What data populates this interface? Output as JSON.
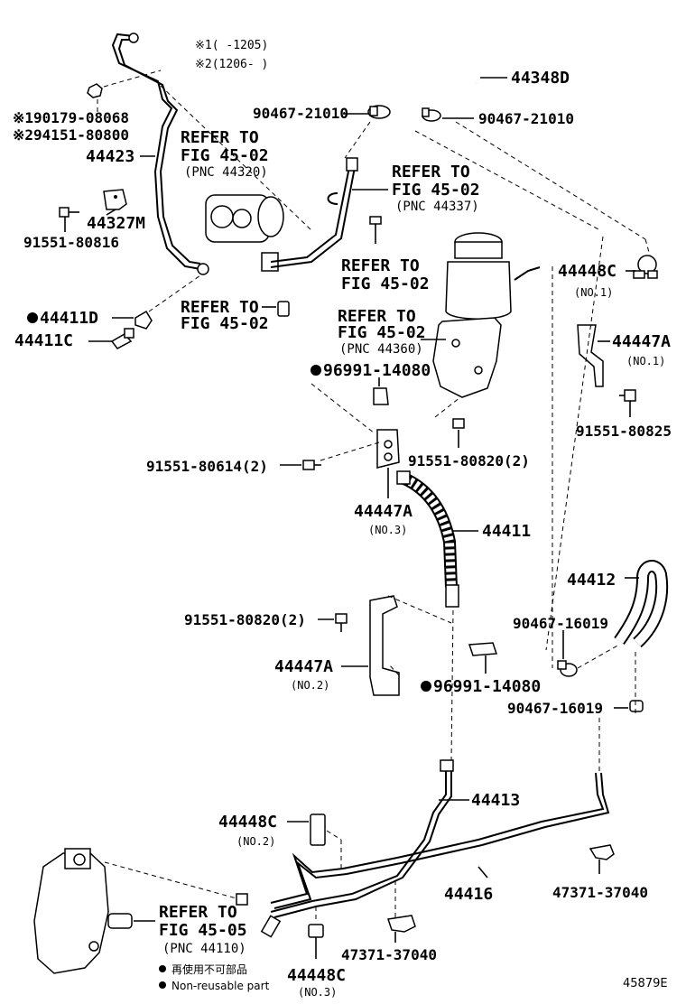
{
  "notes": {
    "n1": "※1(  -1205)",
    "n2": "※2(1206-  )"
  },
  "labels": {
    "p44348D": "44348D",
    "c90467_21010_a": "90467-21010",
    "c90467_21010_b": "90467-21010",
    "n1_90179": "※190179-08068",
    "n2_94151": "※294151-80800",
    "p44423": "44423",
    "ref_4502_pnc44320_a": "REFER TO",
    "ref_4502_pnc44320_b": "FIG 45-02",
    "ref_4502_pnc44320_c": "(PNC 44320)",
    "ref_4502_pnc44337_a": "REFER TO",
    "ref_4502_pnc44337_b": "FIG 45-02",
    "ref_4502_pnc44337_c": "(PNC 44337)",
    "p44327M": "44327M",
    "b91551_80816": "91551-80816",
    "ref_4502_a1": "REFER TO",
    "ref_4502_b1": "FIG 45-02",
    "p44448C_no1": "44448C",
    "no1_a": "(NO.1)",
    "p44411D": "44411D",
    "ref_4502_a2": "REFER TO",
    "ref_4502_b2": "FIG 45-02",
    "p44411C": "44411C",
    "ref_4502_pnc44360_a": "REFER TO",
    "ref_4502_pnc44360_b": "FIG 45-02",
    "ref_4502_pnc44360_c": "(PNC 44360)",
    "p44447A_no1": "44447A",
    "no1_b": "(NO.1)",
    "c96991_14080_a": "96991-14080",
    "b91551_80825": "91551-80825",
    "b91551_80614": "91551-80614(2)",
    "b91551_80820_a": "91551-80820(2)",
    "p44447A_no3": "44447A",
    "no3_a": "(NO.3)",
    "p44411": "44411",
    "p44412": "44412",
    "b91551_80820_b": "91551-80820(2)",
    "c90467_16019_a": "90467-16019",
    "p44447A_no2": "44447A",
    "no2_a": "(NO.2)",
    "c96991_14080_b": "96991-14080",
    "c90467_16019_b": "90467-16019",
    "p44413": "44413",
    "p44448C_no2": "44448C",
    "no2_b": "(NO.2)",
    "p44416": "44416",
    "p47371_37040_a": "47371-37040",
    "ref_4505_a": "REFER TO",
    "ref_4505_b": "FIG 45-05",
    "ref_4505_c": "(PNC 44110)",
    "p47371_37040_b": "47371-37040",
    "p44448C_no3": "44448C",
    "no3_b": "(NO.3)"
  },
  "legend": {
    "jp": "再使用不可部品",
    "en": "Non-reusable part"
  },
  "figure_id": "45879E"
}
